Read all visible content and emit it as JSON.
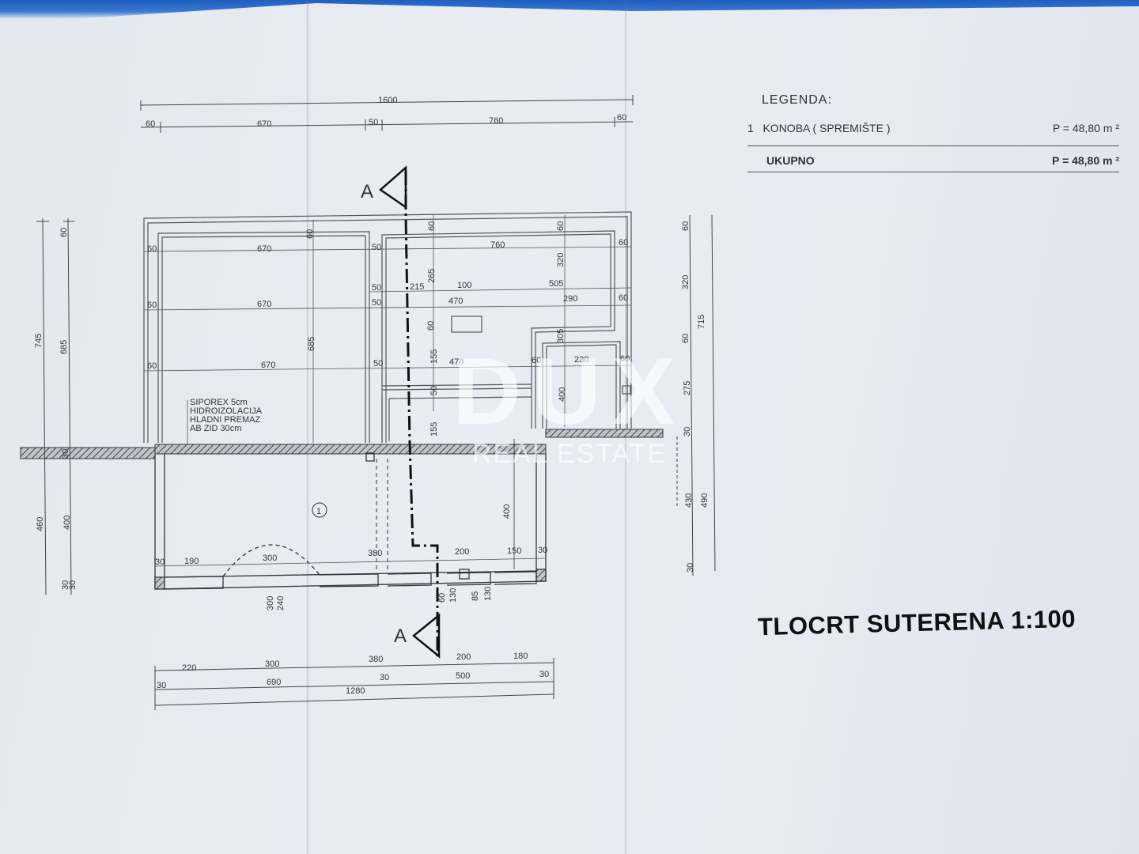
{
  "legend": {
    "title": "LEGENDA:",
    "items": [
      {
        "no": "1",
        "name": "KONOBA ( SPREMIŠTE )",
        "area": "P = 48,80 m ²"
      }
    ],
    "total_label": "UKUPNO",
    "total_area": "P = 48,80 m ²"
  },
  "drawing_title": "TLOCRT SUTERENA  1:100",
  "section_marker": "A",
  "room_number": "1",
  "wall_layers": [
    "SIPOREX        5cm",
    "HIDROIZOLACIJA",
    "HLADNI  PREMAZ",
    "AB  ZID              30cm"
  ],
  "watermark": {
    "brand": "DUX",
    "sub": "REAL ESTATE"
  },
  "colors": {
    "paper": "#e6eaf1",
    "line": "#333333",
    "accent_edge": "#1f5fbf"
  },
  "dimensions": {
    "top_total": "1600",
    "top": [
      "60",
      "670",
      "50",
      "760",
      "60"
    ],
    "interior_row1": [
      "60",
      "670",
      "50",
      "760",
      "60"
    ],
    "interior_row2": [
      "50",
      "215",
      "100",
      "505"
    ],
    "interior_row3": [
      "60",
      "670",
      "50",
      "470",
      "290",
      "60"
    ],
    "interior_row4": [
      "60",
      "670",
      "50",
      "470",
      "60",
      "230",
      "60"
    ],
    "inner_vertical": [
      "60",
      "60",
      "265",
      "320",
      "60",
      "685",
      "155",
      "50",
      "155",
      "60",
      "305",
      "400"
    ],
    "lower_row": [
      "30",
      "190",
      "300",
      "380",
      "200",
      "150",
      "30"
    ],
    "door_heights": [
      "300",
      "240",
      "60",
      "130",
      "85",
      "130"
    ],
    "bottom1": [
      "220",
      "300",
      "380",
      "200",
      "180"
    ],
    "bottom2": [
      "30",
      "690",
      "30",
      "500",
      "30"
    ],
    "bottom_total": "1280",
    "left_outer": [
      "745",
      "460",
      "30"
    ],
    "left_inner": [
      "60",
      "685",
      "30",
      "400",
      "30"
    ],
    "right_inner": [
      "60",
      "320",
      "60",
      "275",
      "30",
      "430",
      "30"
    ],
    "right_outer": [
      "715",
      "490"
    ]
  }
}
